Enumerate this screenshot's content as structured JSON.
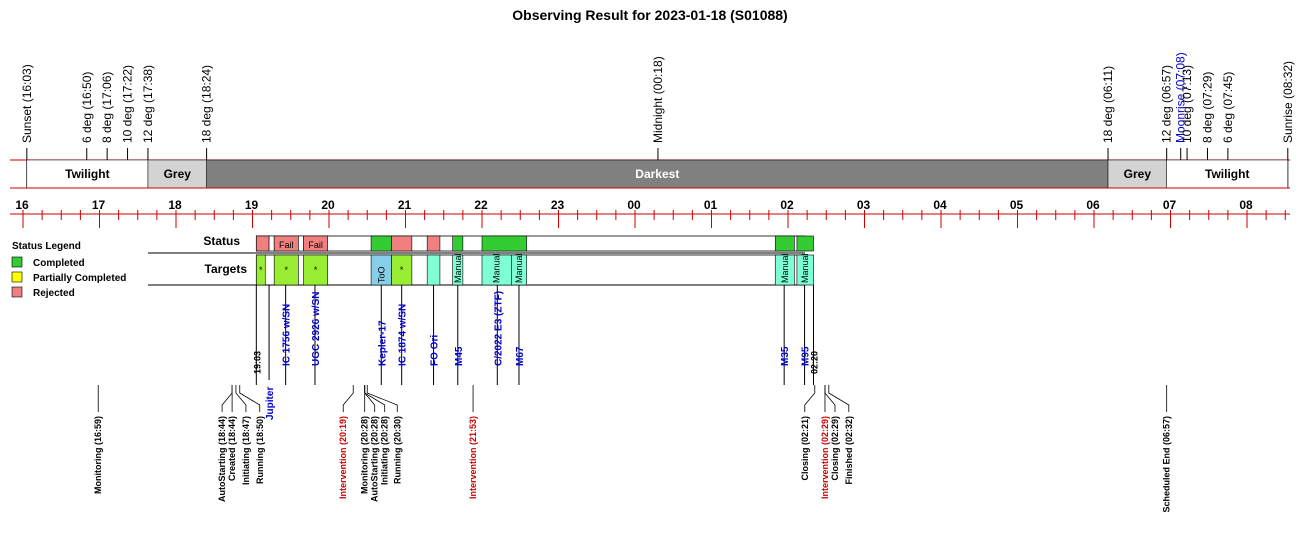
{
  "title": "Observing Result for 2023-01-18 (S01088)",
  "colors": {
    "completed": "#33cc33",
    "partial": "#ffff00",
    "rejected": "#f08080",
    "twilight": "#ffffff",
    "grey": "#d3d3d3",
    "darkest": "#808080",
    "axis": "#cc0000",
    "target_fill": "#7fffd4",
    "lime": "#99ee33",
    "too": "#87ceeb",
    "target_text": "#0000cc",
    "intervention": "#cc0000"
  },
  "time_axis": {
    "start_hour": 15.75,
    "end_hour": 32.75
  },
  "sky_markers": [
    {
      "time": "16:03",
      "label": "Sunset (16:03)"
    },
    {
      "time": "16:50",
      "label": "6 deg (16:50)"
    },
    {
      "time": "17:06",
      "label": "8 deg (17:06)"
    },
    {
      "time": "17:22",
      "label": "10 deg (17:22)"
    },
    {
      "time": "17:38",
      "label": "12 deg (17:38)"
    },
    {
      "time": "18:24",
      "label": "18 deg (18:24)"
    },
    {
      "time": "24:18",
      "label": "Midnight (00:18)"
    },
    {
      "time": "30:11",
      "label": "18 deg (06:11)"
    },
    {
      "time": "30:57",
      "label": "12 deg (06:57)"
    },
    {
      "time": "31:08",
      "label": "Moonrise (07:08)",
      "color": "#0000cc"
    },
    {
      "time": "31:13",
      "label": "10 deg (07:13)"
    },
    {
      "time": "31:29",
      "label": "8 deg (07:29)"
    },
    {
      "time": "31:45",
      "label": "6 deg (07:45)"
    },
    {
      "time": "32:32",
      "label": "Sunrise (08:32)"
    }
  ],
  "sky_bands": [
    {
      "from": "16:03",
      "to": "17:38",
      "label": "Twilight",
      "kind": "twilight"
    },
    {
      "from": "17:38",
      "to": "18:24",
      "label": "Grey",
      "kind": "grey"
    },
    {
      "from": "18:24",
      "to": "30:11",
      "label": "Darkest",
      "kind": "darkest"
    },
    {
      "from": "30:11",
      "to": "30:57",
      "label": "Grey",
      "kind": "grey"
    },
    {
      "from": "30:57",
      "to": "32:32",
      "label": "Twilight",
      "kind": "twilight"
    }
  ],
  "hour_ticks": [
    "16",
    "17",
    "18",
    "19",
    "20",
    "21",
    "22",
    "23",
    "00",
    "01",
    "02",
    "03",
    "04",
    "05",
    "06",
    "07",
    "08"
  ],
  "legend": {
    "title": "Status Legend",
    "items": [
      {
        "label": "Completed",
        "color": "#33cc33"
      },
      {
        "label": "Partially Completed",
        "color": "#ffff00"
      },
      {
        "label": "Rejected",
        "color": "#f08080"
      }
    ]
  },
  "row_labels": {
    "status": "Status",
    "targets": "Targets"
  },
  "schedule_window": {
    "from": "17:38",
    "to": "26:24"
  },
  "status_blocks": [
    {
      "from": "19:03",
      "to": "19:13",
      "status": "rejected",
      "label": ""
    },
    {
      "from": "19:13",
      "to": "19:17",
      "status": "none",
      "label": ""
    },
    {
      "from": "19:17",
      "to": "19:36",
      "status": "rejected",
      "label": "Fail"
    },
    {
      "from": "19:36",
      "to": "19:40",
      "status": "none",
      "label": ""
    },
    {
      "from": "19:40",
      "to": "19:59",
      "status": "rejected",
      "label": "Fail"
    },
    {
      "from": "20:33",
      "to": "20:49",
      "status": "completed",
      "label": ""
    },
    {
      "from": "20:49",
      "to": "21:05",
      "status": "rejected",
      "label": ""
    },
    {
      "from": "21:17",
      "to": "21:27",
      "status": "rejected",
      "label": ""
    },
    {
      "from": "21:37",
      "to": "21:45",
      "status": "completed",
      "label": ""
    },
    {
      "from": "22:00",
      "to": "22:35",
      "status": "completed",
      "label": ""
    },
    {
      "from": "25:50",
      "to": "26:05",
      "status": "completed",
      "label": ""
    },
    {
      "from": "26:07",
      "to": "26:20",
      "status": "completed",
      "label": ""
    }
  ],
  "target_blocks": [
    {
      "from": "19:03",
      "to": "19:10",
      "fill": "lime",
      "inner": "*"
    },
    {
      "from": "19:17",
      "to": "19:36",
      "fill": "lime",
      "inner": "*"
    },
    {
      "from": "19:40",
      "to": "19:59",
      "fill": "lime",
      "inner": "*"
    },
    {
      "from": "20:33",
      "to": "20:49",
      "fill": "too",
      "inner": "ToO"
    },
    {
      "from": "20:49",
      "to": "21:05",
      "fill": "lime",
      "inner": "*"
    },
    {
      "from": "21:17",
      "to": "21:27",
      "fill": "target_fill",
      "inner": ""
    },
    {
      "from": "21:37",
      "to": "21:45",
      "fill": "target_fill",
      "inner": "Manual"
    },
    {
      "from": "22:00",
      "to": "22:23",
      "fill": "target_fill",
      "inner": "Manual"
    },
    {
      "from": "22:23",
      "to": "22:35",
      "fill": "target_fill",
      "inner": "Manual"
    },
    {
      "from": "25:50",
      "to": "26:05",
      "fill": "target_fill",
      "inner": "Manual"
    },
    {
      "from": "26:07",
      "to": "26:20",
      "fill": "target_fill",
      "inner": "Manual"
    }
  ],
  "targets": [
    {
      "time": "19:03",
      "label": "19:03",
      "color": "#000000"
    },
    {
      "time": "19:13",
      "label": "Jupiter",
      "low": true
    },
    {
      "time": "19:26",
      "label": "IC 1756 w/SN"
    },
    {
      "time": "19:49",
      "label": "UGC 2926 w/SN"
    },
    {
      "time": "20:41",
      "label": "Kepler-17"
    },
    {
      "time": "20:57",
      "label": "IC 1874 w/SN"
    },
    {
      "time": "21:22",
      "label": "FO Ori"
    },
    {
      "time": "21:41",
      "label": "M45"
    },
    {
      "time": "22:12",
      "label": "C/2022 E3 (ZTF)"
    },
    {
      "time": "22:29",
      "label": "M67"
    },
    {
      "time": "25:57",
      "label": "M35"
    },
    {
      "time": "26:13",
      "label": "M95"
    },
    {
      "time": "26:20",
      "label": "02:20",
      "color": "#000000"
    }
  ],
  "events": [
    {
      "time": "16:59",
      "label": "Monitoring (16:59)",
      "group": "a"
    },
    {
      "time": "18:44",
      "label": "AutoStarting (18:44)",
      "group": "b"
    },
    {
      "time": "18:44",
      "label": "Created (18:44)",
      "group": "b"
    },
    {
      "time": "18:47",
      "label": "Initiating (18:47)",
      "group": "b"
    },
    {
      "time": "18:50",
      "label": "Running (18:50)",
      "group": "b"
    },
    {
      "time": "20:19",
      "label": "Intervention (20:19)",
      "group": "c",
      "color": "#cc0000"
    },
    {
      "time": "20:28",
      "label": "Monitoring (20:28)",
      "group": "c"
    },
    {
      "time": "20:28",
      "label": "AutoStarting (20:28)",
      "group": "c"
    },
    {
      "time": "20:28",
      "label": "Initiating (20:28)",
      "group": "c"
    },
    {
      "time": "20:30",
      "label": "Running (20:30)",
      "group": "c"
    },
    {
      "time": "21:53",
      "label": "Intervention (21:53)",
      "group": "d",
      "color": "#cc0000"
    },
    {
      "time": "26:21",
      "label": "Closing (02:21)",
      "group": "e"
    },
    {
      "time": "26:29",
      "label": "Intervention (02:29)",
      "group": "e",
      "color": "#cc0000"
    },
    {
      "time": "26:29",
      "label": "Closing (02:29)",
      "group": "e"
    },
    {
      "time": "26:32",
      "label": "Finished (02:32)",
      "group": "e"
    },
    {
      "time": "30:57",
      "label": "Scheduled End (06:57)",
      "group": "f"
    }
  ]
}
